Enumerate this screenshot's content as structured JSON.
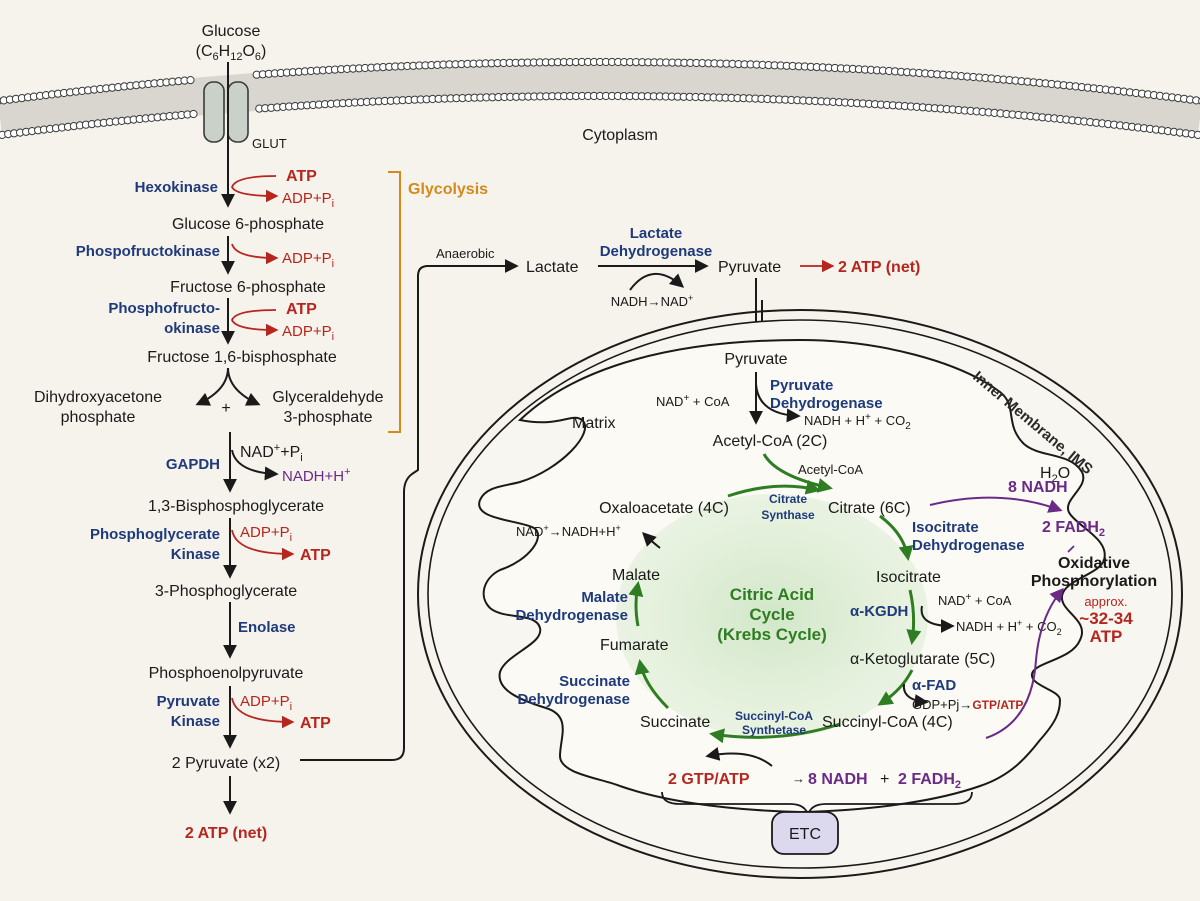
{
  "membrane": {
    "glucose": "Glucose",
    "glucose_formula": [
      "(C",
      "6",
      "H",
      "12",
      "O",
      "6",
      ")"
    ],
    "transporter": "GLUT",
    "compartment": "Cytoplasm"
  },
  "glycolysis": {
    "label": "Glycolysis",
    "metabolites": [
      "Glucose 6-phosphate",
      "Fructose 6-phosphate",
      "Fructose 1,6-bisphosphate",
      "1,3-Bisphosphoglycerate",
      "3-Phosphoglycerate",
      "Phosphoenolpyruvate",
      "2 Pyruvate (x2)"
    ],
    "split_left": [
      "Dihydroxyacetone",
      "phosphate"
    ],
    "split_right": [
      "Glyceraldehyde",
      "3-phosphate"
    ],
    "plus": "+",
    "enzymes": {
      "hexokinase": "Hexokinase",
      "pfk1": "Phospofructokinase",
      "pfk2": [
        "Phosphofructo-",
        "okinase"
      ],
      "gapdh": "GAPDH",
      "pgk": [
        "Phosphoglycerate",
        "Kinase"
      ],
      "enolase": "Enolase",
      "pk": [
        "Pyruvate",
        "Kinase"
      ]
    },
    "cofactors": {
      "atp": "ATP",
      "adp": "ADP+P",
      "sub_i": "i",
      "nad": "NAD",
      "sup_plus": "+",
      "nad_tail": "+P",
      "nadh": "NADH+H",
      "nadh_sup": "+"
    },
    "net": "2 ATP (net)"
  },
  "anaerobic": {
    "label": "Anaerobic",
    "lactate": "Lactate",
    "enzyme": [
      "Lactate",
      "Dehydrogenase"
    ],
    "cofactor_a": "NADH",
    "arrow": "→",
    "cofactor_b": "NAD",
    "cofactor_b_sup": "+",
    "pyruvate": "Pyruvate",
    "net": "2 ATP (net)"
  },
  "mitochondrion": {
    "pyruvate": "Pyruvate",
    "matrix": "Matrix",
    "membrane_label": "Inner Membrane, IMS",
    "pdh": [
      "Pyruvate",
      "Dehydrogenase"
    ],
    "pdh_in": [
      "NAD",
      "+",
      " + CoA"
    ],
    "pdh_out": [
      "NADH + H",
      "+",
      " + CO",
      "2"
    ],
    "acetyl_coa": "Acetyl-CoA (2C)",
    "acetyl_coa_small": "Acetyl-CoA",
    "h2o": [
      "H",
      "2",
      "O"
    ]
  },
  "krebs": {
    "title": [
      "Citric Acid",
      "Cycle",
      "(Krebs Cycle)"
    ],
    "oxaloacetate": "Oxaloacetate (4C)",
    "citrate": "Citrate (6C)",
    "isocitrate": "Isocitrate",
    "akg": "α-Ketoglutarate (5C)",
    "succinyl_coa": "Succinyl-CoA (4C)",
    "succinate": "Succinate",
    "fumarate": "Fumarate",
    "malate": "Malate",
    "cs": [
      "Citrate",
      "Synthase"
    ],
    "idh": [
      "Isocitrate",
      "Dehydrogenase"
    ],
    "akgdh": "α-KGDH",
    "afad": "α-FAD",
    "scs": [
      "Succinyl-CoA",
      "Synthetase"
    ],
    "sdh": [
      "Succinate",
      "Dehydrogenase"
    ],
    "mdh": [
      "Malate",
      "Dehydrogenase"
    ],
    "idh_in": [
      "NAD",
      "+",
      " + CoA"
    ],
    "idh_out": [
      "NADH + H",
      "+",
      " + CO",
      "2"
    ],
    "mdh_co": [
      "NAD",
      "+",
      "→NADH+H",
      "+"
    ],
    "scs_co": [
      "GDP+Pj",
      "→",
      "GTP/ATP"
    ],
    "yield_gtp": "2 GTP/ATP",
    "yield_joiner": "→",
    "yield_nadh": "8 NADH",
    "yield_plus": "+",
    "yield_fadh": [
      "2 FADH",
      "2"
    ],
    "etc": "ETC"
  },
  "oxphos": {
    "nadh": "8 NADH",
    "fadh": [
      "2 FADH",
      "2"
    ],
    "title": [
      "Oxidative",
      "Phosphorylation"
    ],
    "approx": "approx.",
    "atp": [
      "~32-34",
      "ATP"
    ]
  },
  "colors": {
    "atp_red": "#b5261e",
    "enzyme_blue": "#1e3a7a",
    "nadh_purple": "#6a2a86",
    "cycle_green": "#2f7d22",
    "glycolysis_orange": "#d38a1b",
    "etc_fill": "#dcd8ee"
  }
}
